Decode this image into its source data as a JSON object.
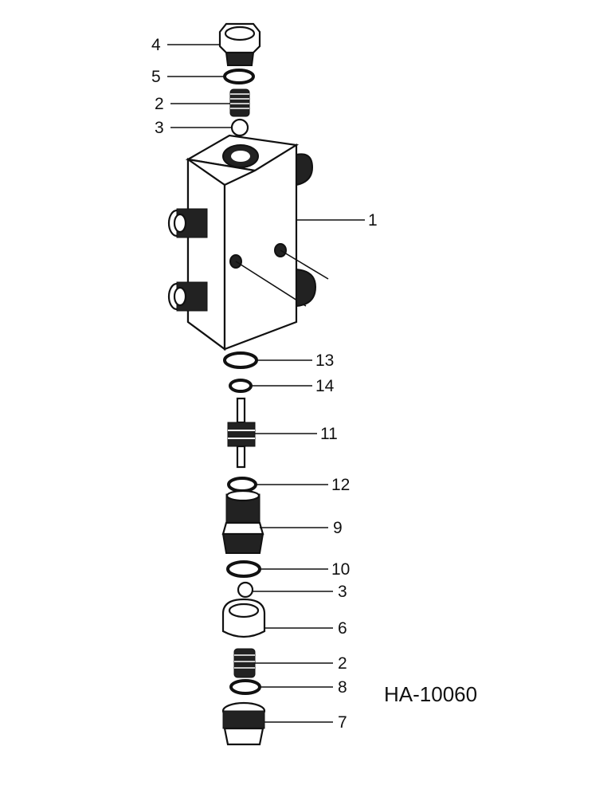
{
  "drawing_number": "HA-10060",
  "callouts": [
    {
      "label": "4"
    },
    {
      "label": "5"
    },
    {
      "label": "2"
    },
    {
      "label": "3"
    },
    {
      "label": "1"
    },
    {
      "label": "13"
    },
    {
      "label": "14"
    },
    {
      "label": "11"
    },
    {
      "label": "12"
    },
    {
      "label": "9"
    },
    {
      "label": "10"
    },
    {
      "label": "3"
    },
    {
      "label": "6"
    },
    {
      "label": "2"
    },
    {
      "label": "8"
    },
    {
      "label": "7"
    }
  ]
}
